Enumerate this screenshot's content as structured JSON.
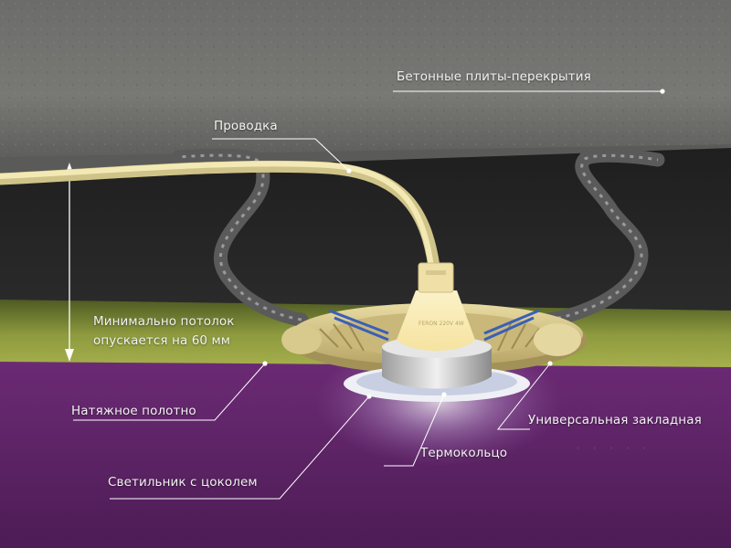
{
  "labels": {
    "concrete": "Бетонные плиты-перекрытия",
    "wiring": "Проводка",
    "minimum": "Минимально потолок опускается на 60 мм",
    "canvas": "Натяжное полотно",
    "mount": "Универсальная закладная",
    "thermo_ring": "Термокольцо",
    "fixture": "Светильник с цоколем"
  },
  "colors": {
    "concrete": "#6e6e6c",
    "cavity": "#262626",
    "olive_band": "#9aa548",
    "canvas_purple": "#5e2466",
    "wire": "#efe4a6",
    "mount_metal": "#d9c98a",
    "leader_line": "#ffffff"
  }
}
